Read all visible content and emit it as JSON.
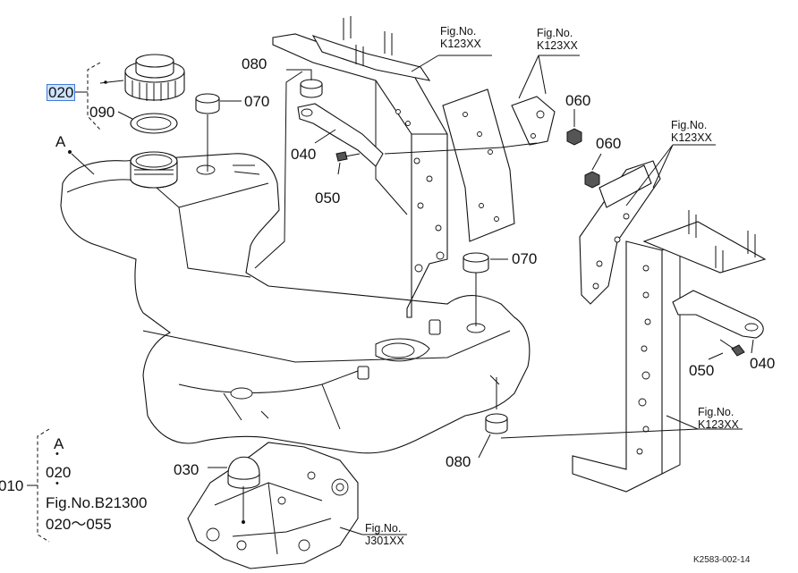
{
  "callouts": {
    "c010": "010",
    "c020": "020",
    "c030": "030",
    "c040a": "040",
    "c040b": "040",
    "c050a": "050",
    "c050b": "050",
    "c060a": "060",
    "c060b": "060",
    "c070a": "070",
    "c070b": "070",
    "c080a": "080",
    "c080b": "080",
    "c090": "090",
    "cA": "A"
  },
  "fig_refs": [
    {
      "line1": "Fig.No.",
      "line2": "K123XX"
    },
    {
      "line1": "Fig.No.",
      "line2": "K123XX"
    },
    {
      "line1": "Fig.No.",
      "line2": "K123XX"
    },
    {
      "line1": "Fig.No.",
      "line2": "K123XX"
    },
    {
      "line1": "Fig.No.",
      "line2": "J301XX"
    }
  ],
  "legend": {
    "a": "A",
    "dot1": "•",
    "part": "020",
    "dot2": "•",
    "fig": "Fig.No.B21300",
    "range": "020～055"
  },
  "drawing_code": "K2583-002-14",
  "colors": {
    "selected_highlight": "#cfe3ff",
    "selected_border": "#3d7bd9",
    "ink": "#111111"
  }
}
